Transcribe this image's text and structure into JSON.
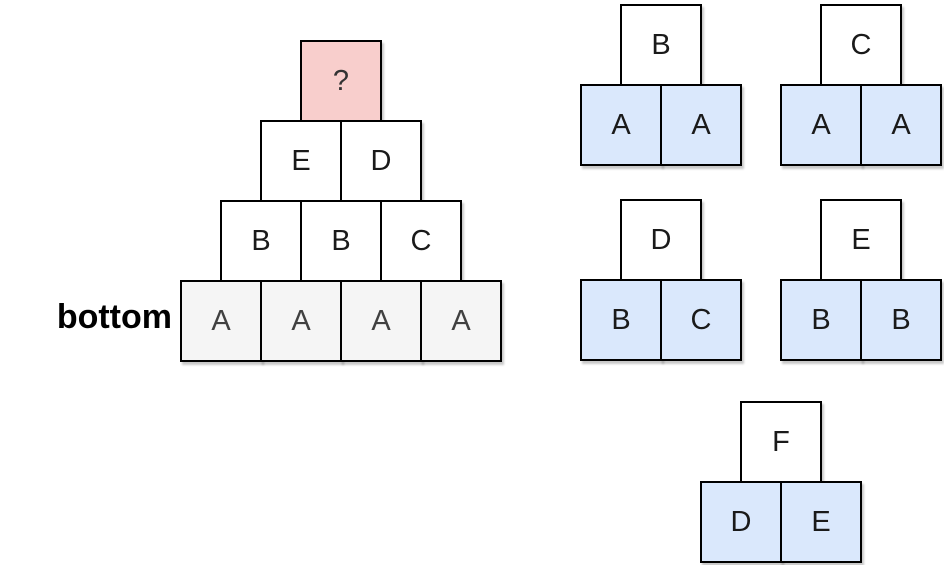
{
  "palette": {
    "unknown_fill": "#f8cecc",
    "rule_base_fill": "#dae8fc",
    "bottom_row_fill": "#f5f5f5",
    "block_fill": "#ffffff",
    "border": "#000000"
  },
  "pyramid": {
    "label": "bottom",
    "unknown_marker": "?",
    "rows": [
      [
        "?"
      ],
      [
        "E",
        "D"
      ],
      [
        "B",
        "B",
        "C"
      ],
      [
        "A",
        "A",
        "A",
        "A"
      ]
    ]
  },
  "rules": [
    {
      "top": "B",
      "base": [
        "A",
        "A"
      ]
    },
    {
      "top": "C",
      "base": [
        "A",
        "A"
      ]
    },
    {
      "top": "D",
      "base": [
        "B",
        "C"
      ]
    },
    {
      "top": "E",
      "base": [
        "B",
        "B"
      ]
    },
    {
      "top": "F",
      "base": [
        "D",
        "E"
      ]
    }
  ]
}
